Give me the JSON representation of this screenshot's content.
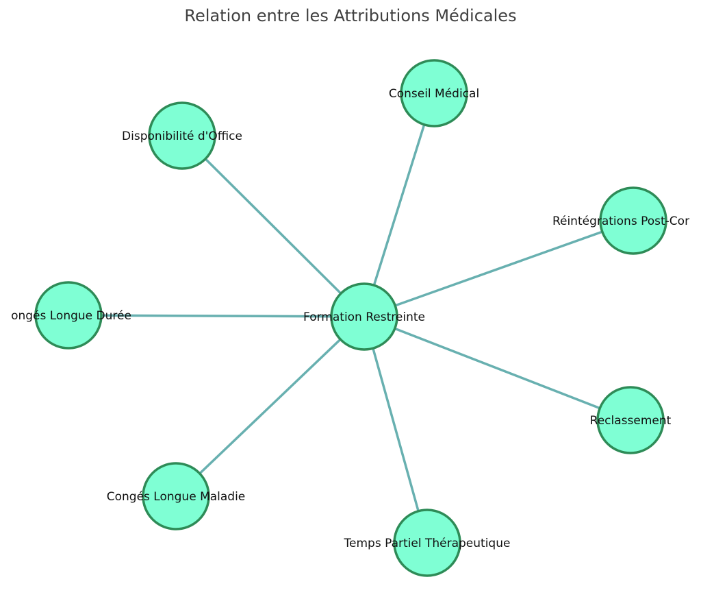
{
  "diagram": {
    "title": "Relation entre les Attributions Médicales",
    "colors": {
      "node_fill": "#7fffd4",
      "node_stroke": "#2e8b57",
      "edge": "#68b0b0",
      "title": "#404040"
    },
    "center_node": {
      "id": "formation-restreinte",
      "label": "Formation Restreinte"
    },
    "nodes": [
      {
        "id": "formation-restreinte",
        "label": "Formation Restreinte"
      },
      {
        "id": "conseil-medical",
        "label": "Conseil Médical"
      },
      {
        "id": "disponibilite-office",
        "label": "Disponibilité d'Office"
      },
      {
        "id": "reintegrations-post-cor",
        "label": "Réintégrations Post-Cor"
      },
      {
        "id": "conges-longue-duree",
        "label": "ongés Longue Durée"
      },
      {
        "id": "reclassement",
        "label": "Reclassement"
      },
      {
        "id": "conges-longue-maladie",
        "label": "Congés Longue Maladie"
      },
      {
        "id": "temps-partiel-therapeutique",
        "label": "Temps Partiel Thérapeutique"
      }
    ],
    "edges": [
      {
        "from": "formation-restreinte",
        "to": "conseil-medical"
      },
      {
        "from": "formation-restreinte",
        "to": "disponibilite-office"
      },
      {
        "from": "formation-restreinte",
        "to": "reintegrations-post-cor"
      },
      {
        "from": "formation-restreinte",
        "to": "conges-longue-duree"
      },
      {
        "from": "formation-restreinte",
        "to": "reclassement"
      },
      {
        "from": "formation-restreinte",
        "to": "conges-longue-maladie"
      },
      {
        "from": "formation-restreinte",
        "to": "temps-partiel-therapeutique"
      }
    ]
  }
}
